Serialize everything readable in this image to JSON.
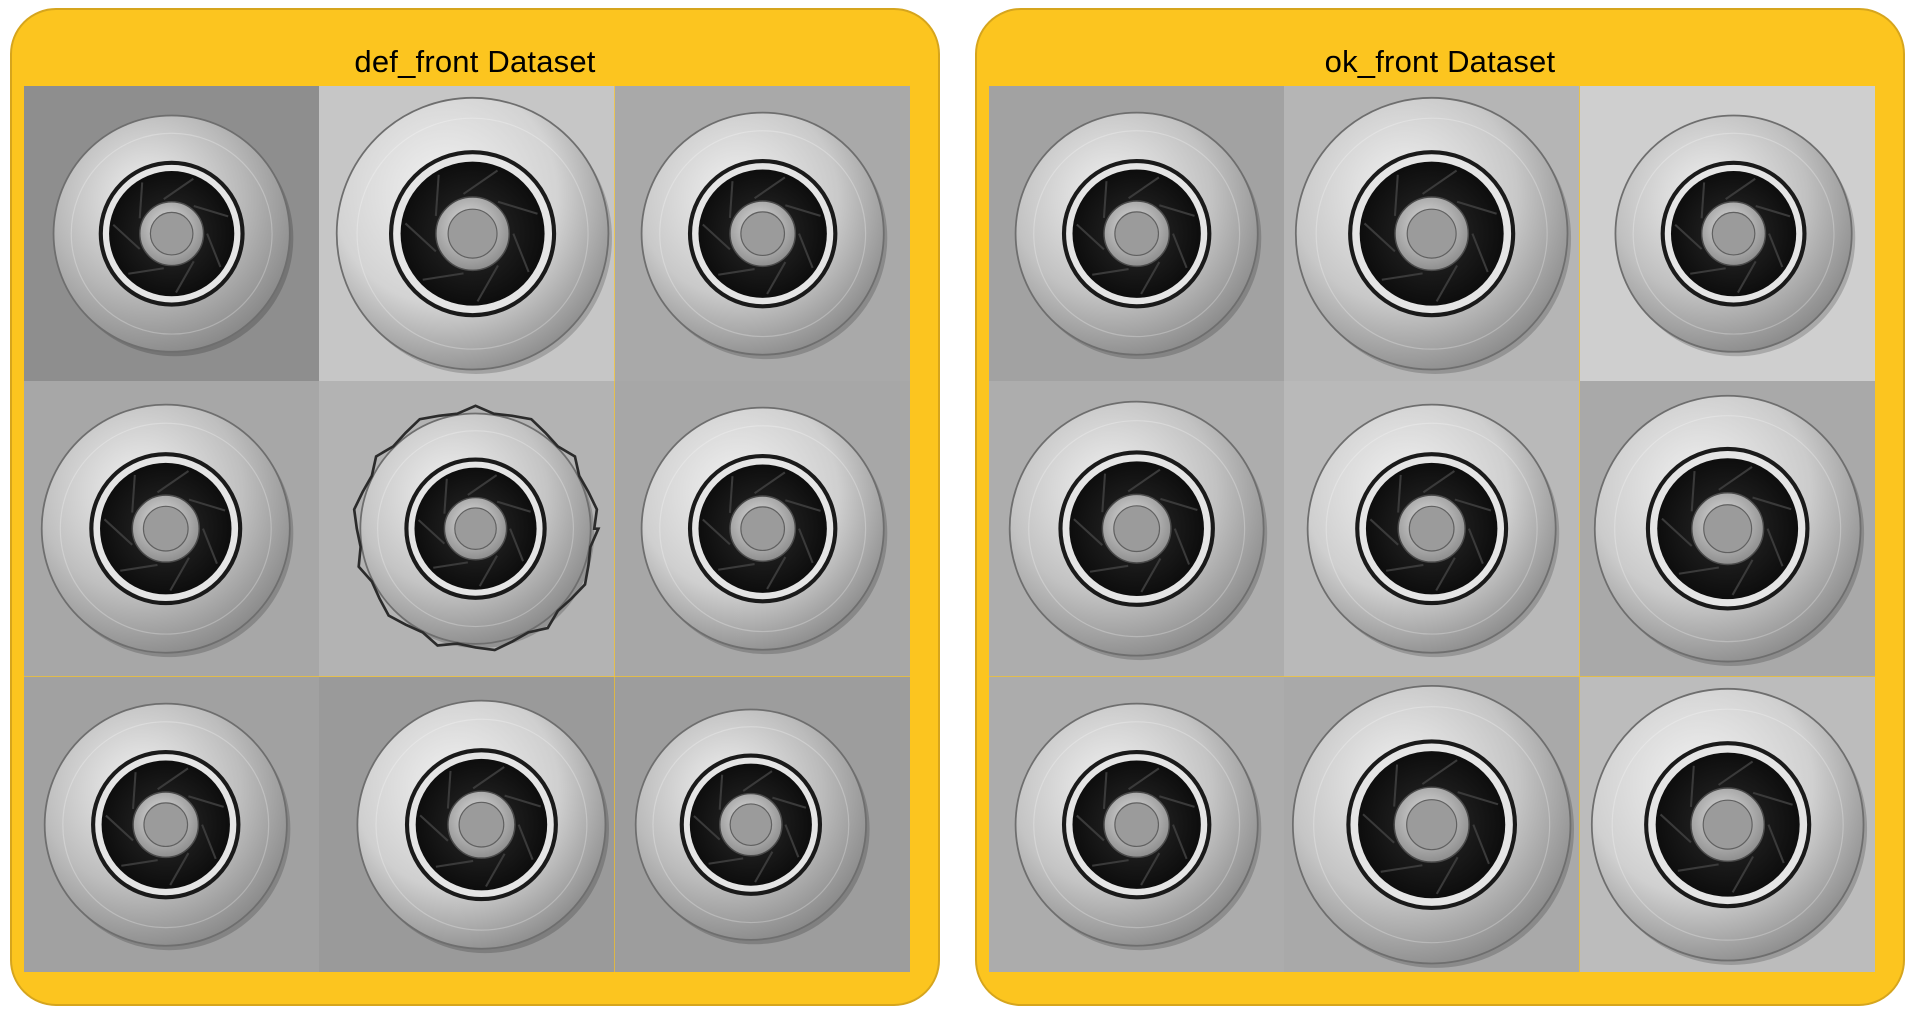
{
  "colors": {
    "panel_background": "#fcc51f",
    "panel_border": "#d6a51d"
  },
  "panels": [
    {
      "title": "def_front Dataset",
      "tiles": [
        {
          "bg": "#8e8e8e",
          "scale": 0.8,
          "dx": 0,
          "dy": 0.0,
          "ring": "#b7b7b7",
          "defect": false
        },
        {
          "bg": "#c6c6c6",
          "scale": 0.92,
          "dx": 0.02,
          "dy": 0.0,
          "ring": "#d3d3d3",
          "defect": false
        },
        {
          "bg": "#a9a9a9",
          "scale": 0.82,
          "dx": 0.0,
          "dy": 0.0,
          "ring": "#c9c9c9",
          "defect": false
        },
        {
          "bg": "#a7a7a7",
          "scale": 0.84,
          "dx": -0.02,
          "dy": 0.0,
          "ring": "#bfbfbf",
          "defect": false
        },
        {
          "bg": "#b3b3b3",
          "scale": 0.78,
          "dx": 0.03,
          "dy": 0.0,
          "ring": "#c4c4c4",
          "defect": true
        },
        {
          "bg": "#a7a7a7",
          "scale": 0.82,
          "dx": 0.0,
          "dy": 0.0,
          "ring": "#cfcfcf",
          "defect": false
        },
        {
          "bg": "#a1a1a1",
          "scale": 0.82,
          "dx": -0.02,
          "dy": 0.0,
          "ring": "#bdbdbd",
          "defect": false
        },
        {
          "bg": "#9a9a9a",
          "scale": 0.84,
          "dx": 0.05,
          "dy": 0.0,
          "ring": "#cfcfcf",
          "defect": false
        },
        {
          "bg": "#9d9d9d",
          "scale": 0.78,
          "dx": -0.04,
          "dy": 0.0,
          "ring": "#bbbbbb",
          "defect": false
        }
      ]
    },
    {
      "title": "ok_front Dataset",
      "tiles": [
        {
          "bg": "#a2a2a2",
          "scale": 0.82,
          "dx": 0.0,
          "dy": 0.0,
          "ring": "#c2c2c2",
          "defect": false
        },
        {
          "bg": "#b5b5b5",
          "scale": 0.92,
          "dx": 0.0,
          "dy": 0.0,
          "ring": "#c8c8c8",
          "defect": false
        },
        {
          "bg": "#cfcfcf",
          "scale": 0.8,
          "dx": 0.02,
          "dy": 0.0,
          "ring": "#c0c0c0",
          "defect": false
        },
        {
          "bg": "#adadad",
          "scale": 0.86,
          "dx": 0.0,
          "dy": 0.0,
          "ring": "#c2c2c2",
          "defect": false
        },
        {
          "bg": "#b9b9b9",
          "scale": 0.84,
          "dx": 0.0,
          "dy": 0.0,
          "ring": "#cfcfcf",
          "defect": false
        },
        {
          "bg": "#a9a9a9",
          "scale": 0.9,
          "dx": 0.0,
          "dy": 0.0,
          "ring": "#cbcbcb",
          "defect": false
        },
        {
          "bg": "#acacac",
          "scale": 0.82,
          "dx": 0.0,
          "dy": 0.0,
          "ring": "#c4c4c4",
          "defect": false
        },
        {
          "bg": "#a9a9a9",
          "scale": 0.94,
          "dx": 0.0,
          "dy": 0.0,
          "ring": "#c5c5c5",
          "defect": false
        },
        {
          "bg": "#bcbcbc",
          "scale": 0.92,
          "dx": 0.0,
          "dy": 0.0,
          "ring": "#d0d0d0",
          "defect": false
        }
      ]
    }
  ]
}
